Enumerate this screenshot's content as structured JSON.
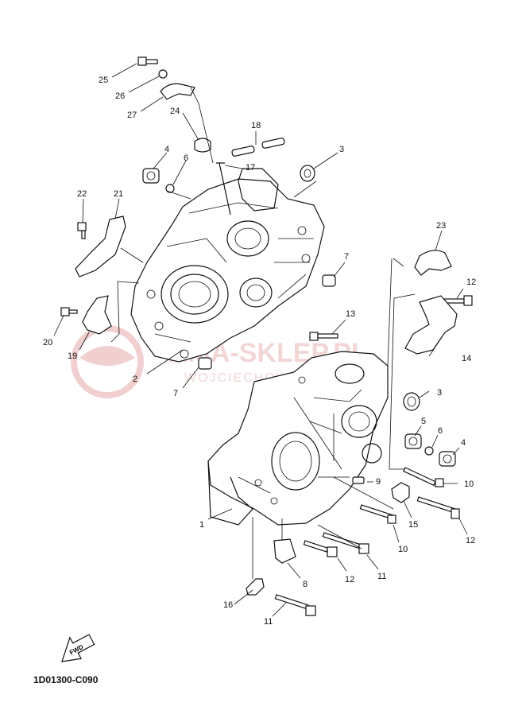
{
  "diagram_code": "1D01300-C090",
  "watermark": {
    "brand": "AMA-SKLEP.PL",
    "tagline": "WOJCIECHOW  AMAHA",
    "color": "#e7a9a9"
  },
  "fwd_label": "FWD",
  "callouts": [
    {
      "id": "c25",
      "num": "25"
    },
    {
      "id": "c26",
      "num": "26"
    },
    {
      "id": "c27",
      "num": "27"
    },
    {
      "id": "c24",
      "num": "24"
    },
    {
      "id": "c18",
      "num": "18"
    },
    {
      "id": "c4a",
      "num": "4"
    },
    {
      "id": "c6a",
      "num": "6"
    },
    {
      "id": "c17",
      "num": "17"
    },
    {
      "id": "c3a",
      "num": "3"
    },
    {
      "id": "c22",
      "num": "22"
    },
    {
      "id": "c21",
      "num": "21"
    },
    {
      "id": "c23",
      "num": "23"
    },
    {
      "id": "c7a",
      "num": "7"
    },
    {
      "id": "c12a",
      "num": "12"
    },
    {
      "id": "c20",
      "num": "20"
    },
    {
      "id": "c19",
      "num": "19"
    },
    {
      "id": "c13",
      "num": "13"
    },
    {
      "id": "c14",
      "num": "14"
    },
    {
      "id": "c2",
      "num": "2"
    },
    {
      "id": "c7b",
      "num": "7"
    },
    {
      "id": "c3b",
      "num": "3"
    },
    {
      "id": "c5",
      "num": "5"
    },
    {
      "id": "c6b",
      "num": "6"
    },
    {
      "id": "c4b",
      "num": "4"
    },
    {
      "id": "c9",
      "num": "9"
    },
    {
      "id": "c10a",
      "num": "10"
    },
    {
      "id": "c15",
      "num": "15"
    },
    {
      "id": "c1",
      "num": "1"
    },
    {
      "id": "c10b",
      "num": "10"
    },
    {
      "id": "c12b",
      "num": "12"
    },
    {
      "id": "c11a",
      "num": "11"
    },
    {
      "id": "c12c",
      "num": "12"
    },
    {
      "id": "c8",
      "num": "8"
    },
    {
      "id": "c16",
      "num": "16"
    },
    {
      "id": "c11b",
      "num": "11"
    }
  ]
}
